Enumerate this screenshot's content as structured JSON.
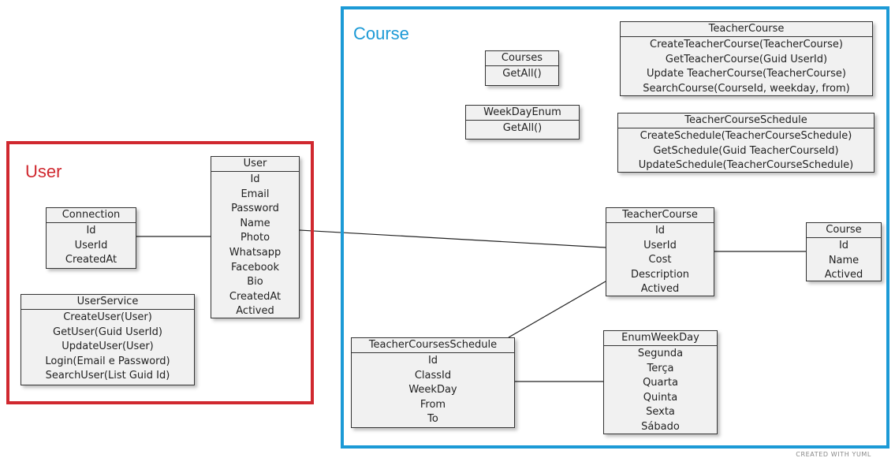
{
  "groups": {
    "user": {
      "title": "User",
      "color": "#d0282f"
    },
    "course": {
      "title": "Course",
      "color": "#1c9ad6"
    }
  },
  "classes": {
    "connection": {
      "name": "Connection",
      "members": [
        "Id",
        "UserId",
        "CreatedAt"
      ]
    },
    "user": {
      "name": "User",
      "members": [
        "Id",
        "Email",
        "Password",
        "Name",
        "Photo",
        "Whatsapp",
        "Facebook",
        "Bio",
        "CreatedAt",
        "Actived"
      ]
    },
    "user_service": {
      "name": "UserService",
      "members": [
        "CreateUser(User)",
        "GetUser(Guid UserId)",
        "UpdateUser(User)",
        "Login(Email e Password)",
        "SearchUser(List Guid Id)"
      ]
    },
    "courses": {
      "name": "Courses",
      "members": [
        "GetAll()"
      ]
    },
    "week_day_enum": {
      "name": "WeekDayEnum",
      "members": [
        "GetAll()"
      ]
    },
    "teacher_course_service": {
      "name": "TeacherCourse",
      "members": [
        "CreateTeacherCourse(TeacherCourse)",
        "GetTeacherCourse(Guid UserId)",
        "Update TeacherCourse(TeacherCourse)",
        "SearchCourse(CourseId, weekday, from)"
      ]
    },
    "teacher_course_schedule": {
      "name": "TeacherCourseSchedule",
      "members": [
        "CreateSchedule(TeacherCourseSchedule)",
        "GetSchedule(Guid TeacherCourseId)",
        "UpdateSchedule(TeacherCourseSchedule)"
      ]
    },
    "teacher_course": {
      "name": "TeacherCourse",
      "members": [
        "Id",
        "UserId",
        "Cost",
        "Description",
        "Actived"
      ]
    },
    "course": {
      "name": "Course",
      "members": [
        "Id",
        "Name",
        "Actived"
      ]
    },
    "teacher_courses_schedule": {
      "name": "TeacherCoursesSchedule",
      "members": [
        "Id",
        "ClassId",
        "WeekDay",
        "From",
        "To"
      ]
    },
    "enum_week_day": {
      "name": "EnumWeekDay",
      "members": [
        "Segunda",
        "Terça",
        "Quarta",
        "Quinta",
        "Sexta",
        "Sábado"
      ]
    }
  },
  "credit": "CREATED WITH YUML"
}
